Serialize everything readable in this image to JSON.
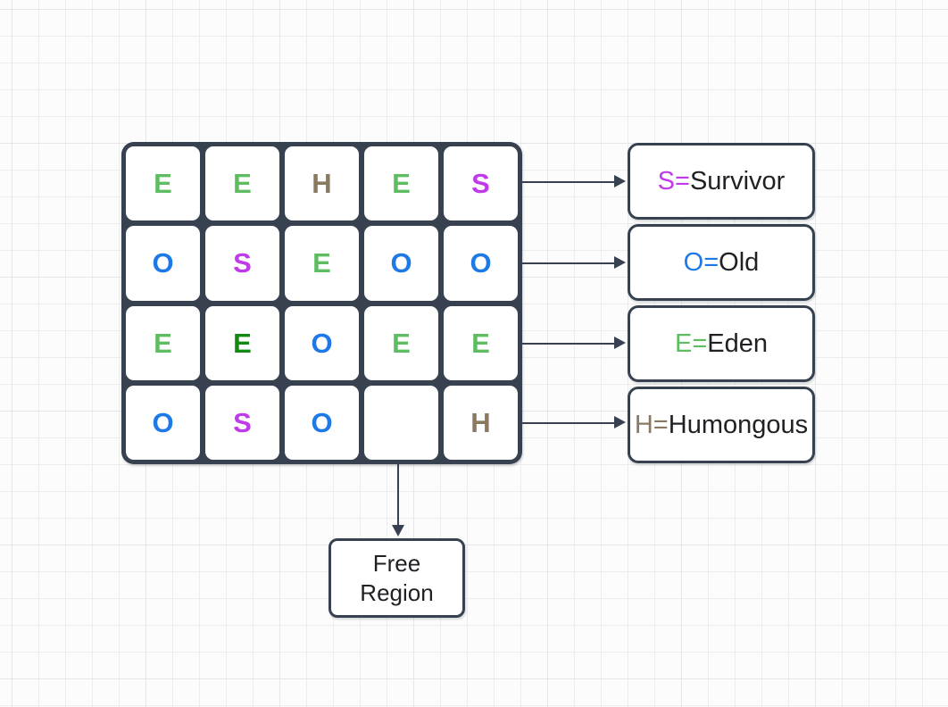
{
  "diagram": {
    "heap_grid": {
      "rows": 4,
      "cols": 5,
      "cells": [
        {
          "letter": "E",
          "type": "eden"
        },
        {
          "letter": "E",
          "type": "eden"
        },
        {
          "letter": "H",
          "type": "humongous"
        },
        {
          "letter": "E",
          "type": "eden"
        },
        {
          "letter": "S",
          "type": "survivor"
        },
        {
          "letter": "O",
          "type": "old"
        },
        {
          "letter": "S",
          "type": "survivor"
        },
        {
          "letter": "E",
          "type": "eden"
        },
        {
          "letter": "O",
          "type": "old"
        },
        {
          "letter": "O",
          "type": "old"
        },
        {
          "letter": "E",
          "type": "eden"
        },
        {
          "letter": "E",
          "type": "eden_dark"
        },
        {
          "letter": "O",
          "type": "old"
        },
        {
          "letter": "E",
          "type": "eden"
        },
        {
          "letter": "E",
          "type": "eden"
        },
        {
          "letter": "O",
          "type": "old"
        },
        {
          "letter": "S",
          "type": "survivor"
        },
        {
          "letter": "O",
          "type": "old"
        },
        {
          "letter": "",
          "type": "empty"
        },
        {
          "letter": "H",
          "type": "humongous"
        }
      ]
    },
    "legend": [
      {
        "id": "survivor",
        "prefix": "S=",
        "label": "Survivor",
        "type": "survivor"
      },
      {
        "id": "old",
        "prefix": "O=",
        "label": "Old",
        "type": "old"
      },
      {
        "id": "eden",
        "prefix": "E=",
        "label": "Eden",
        "type": "eden"
      },
      {
        "id": "humongous",
        "prefix": "H=",
        "label": "Humongous",
        "type": "humongous"
      }
    ],
    "free_region": {
      "line1": "Free",
      "line2": "Region"
    },
    "colors": {
      "eden": "#5fbd61",
      "eden_dark": "#128a12",
      "old": "#1d78e8",
      "survivor": "#c03aec",
      "humongous": "#8a795e",
      "empty": "#37414f",
      "stroke": "#37414f",
      "text": "#202124",
      "cell_fill": "#ffffff",
      "canvas_bg": "#fcfcfc",
      "grid_line": "#ededed"
    }
  }
}
